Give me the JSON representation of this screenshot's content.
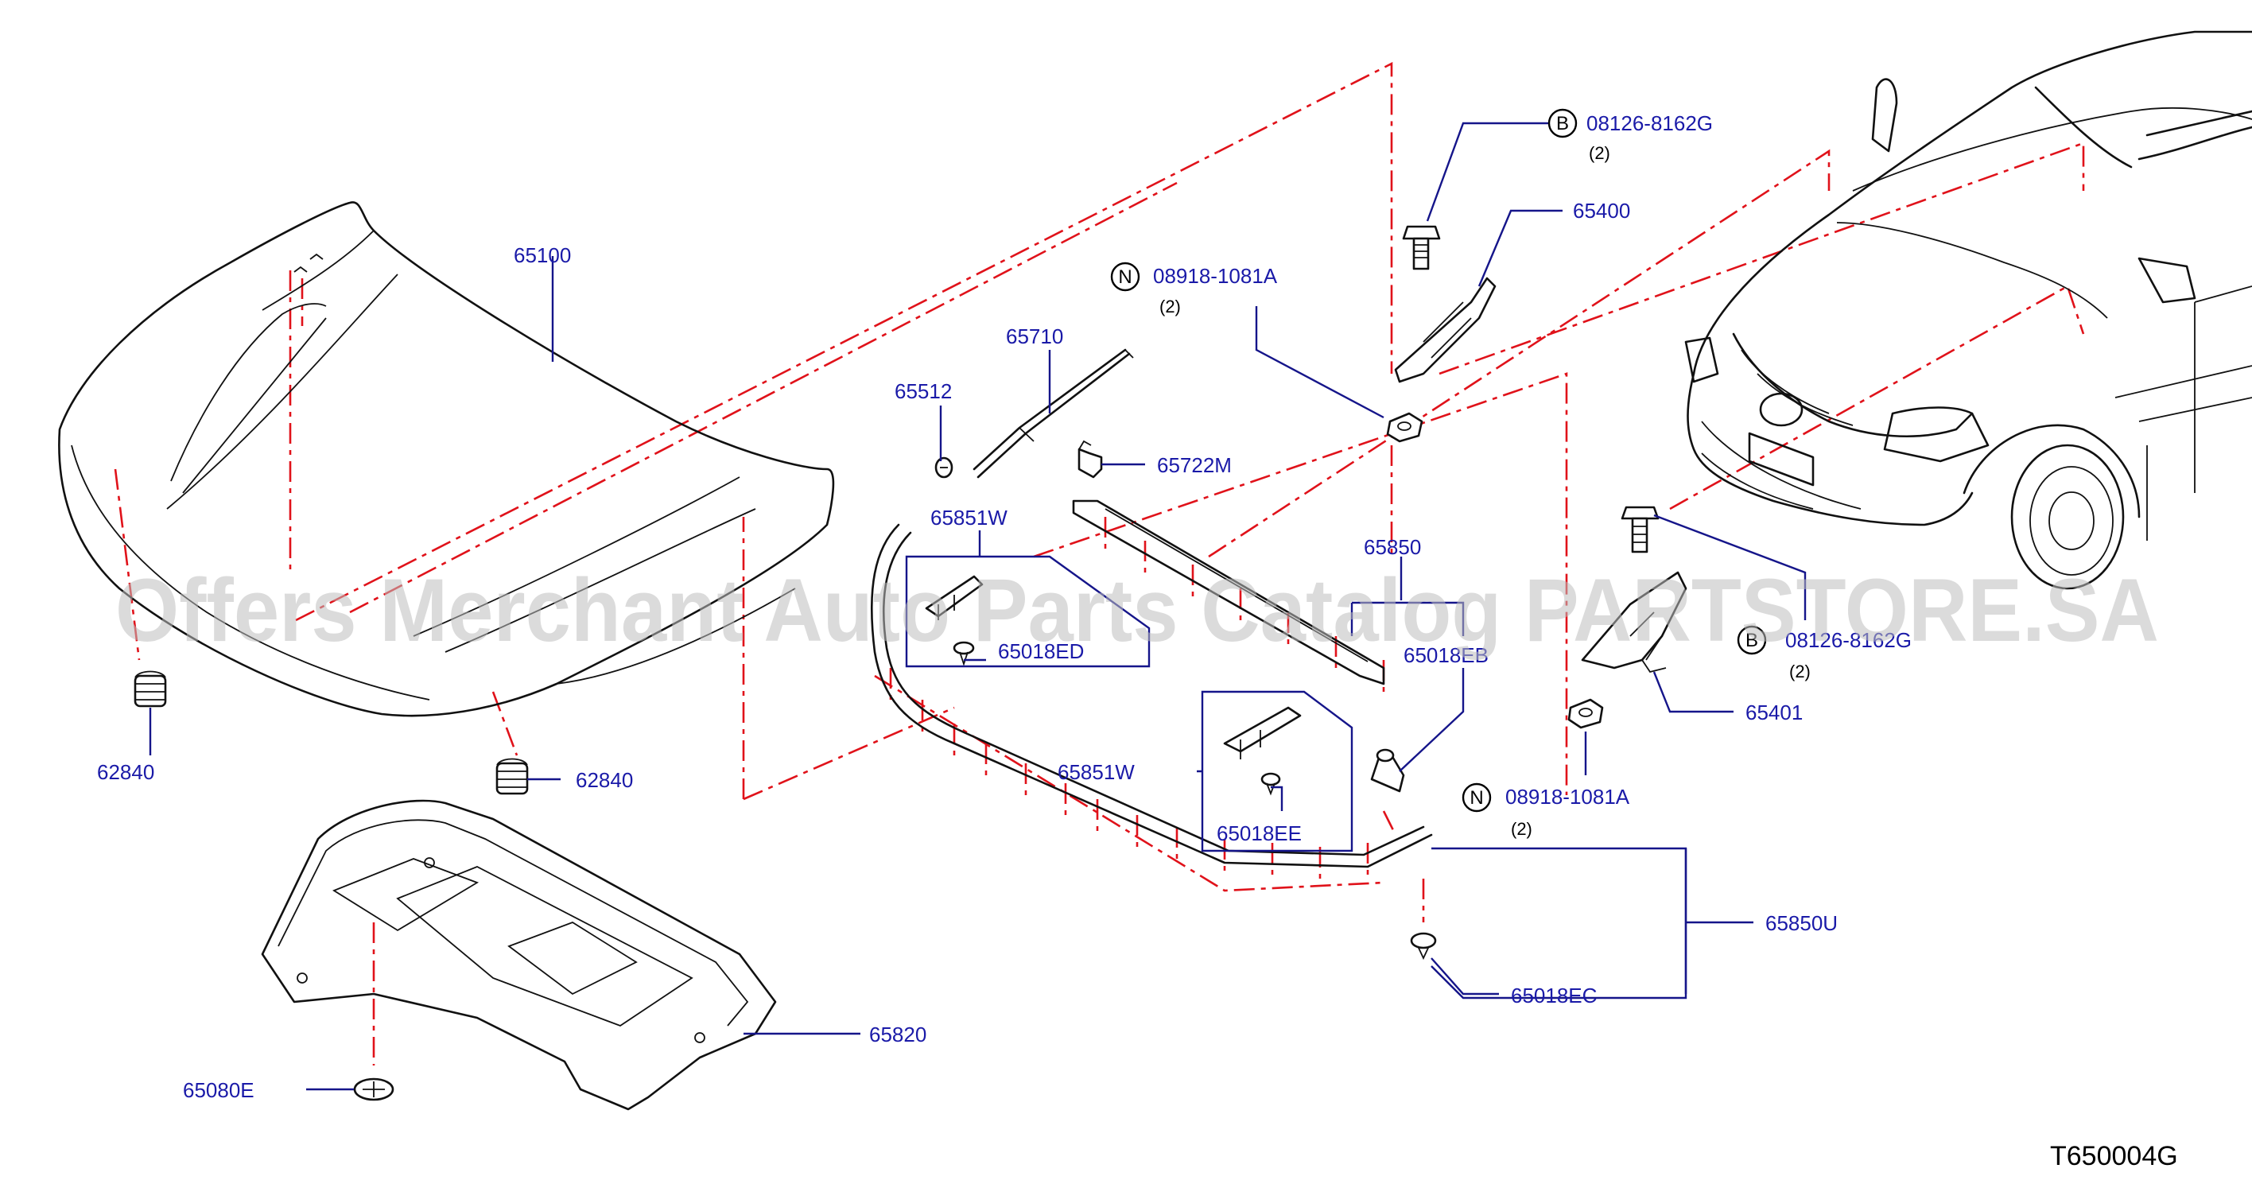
{
  "watermark": "Offers Merchant Auto Parts Catalog PARTSTORE.SA",
  "diagram_code": "T650004G",
  "labels": {
    "p65100": "65100",
    "p62840_left": "62840",
    "p62840_right": "62840",
    "p65820": "65820",
    "p65080E": "65080E",
    "p65512": "65512",
    "p65710": "65710",
    "p65722M": "65722M",
    "p65851W_top": "65851W",
    "p65018ED": "65018ED",
    "p65851W_mid": "65851W",
    "p65018EE": "65018EE",
    "p65850": "65850",
    "p65018EB": "65018EB",
    "p65850U": "65850U",
    "p65018EC": "65018EC",
    "p08918_top": "08918-1081A",
    "p08918_top_qty": "(2)",
    "p08918_bot": "08918-1081A",
    "p08918_bot_qty": "(2)",
    "p65400": "65400",
    "p65401": "65401",
    "p08126_top": "08126-8162G",
    "p08126_top_qty": "(2)",
    "p08126_bot": "08126-8162G",
    "p08126_bot_qty": "(2)"
  },
  "callout_letters": {
    "n_top": "N",
    "n_bot": "N",
    "b_top": "B",
    "b_bot": "B"
  },
  "colors": {
    "label_text": "#1a1aa8",
    "leader_line": "#15158a",
    "center_line": "#e0121a",
    "part_outline": "#111111"
  }
}
